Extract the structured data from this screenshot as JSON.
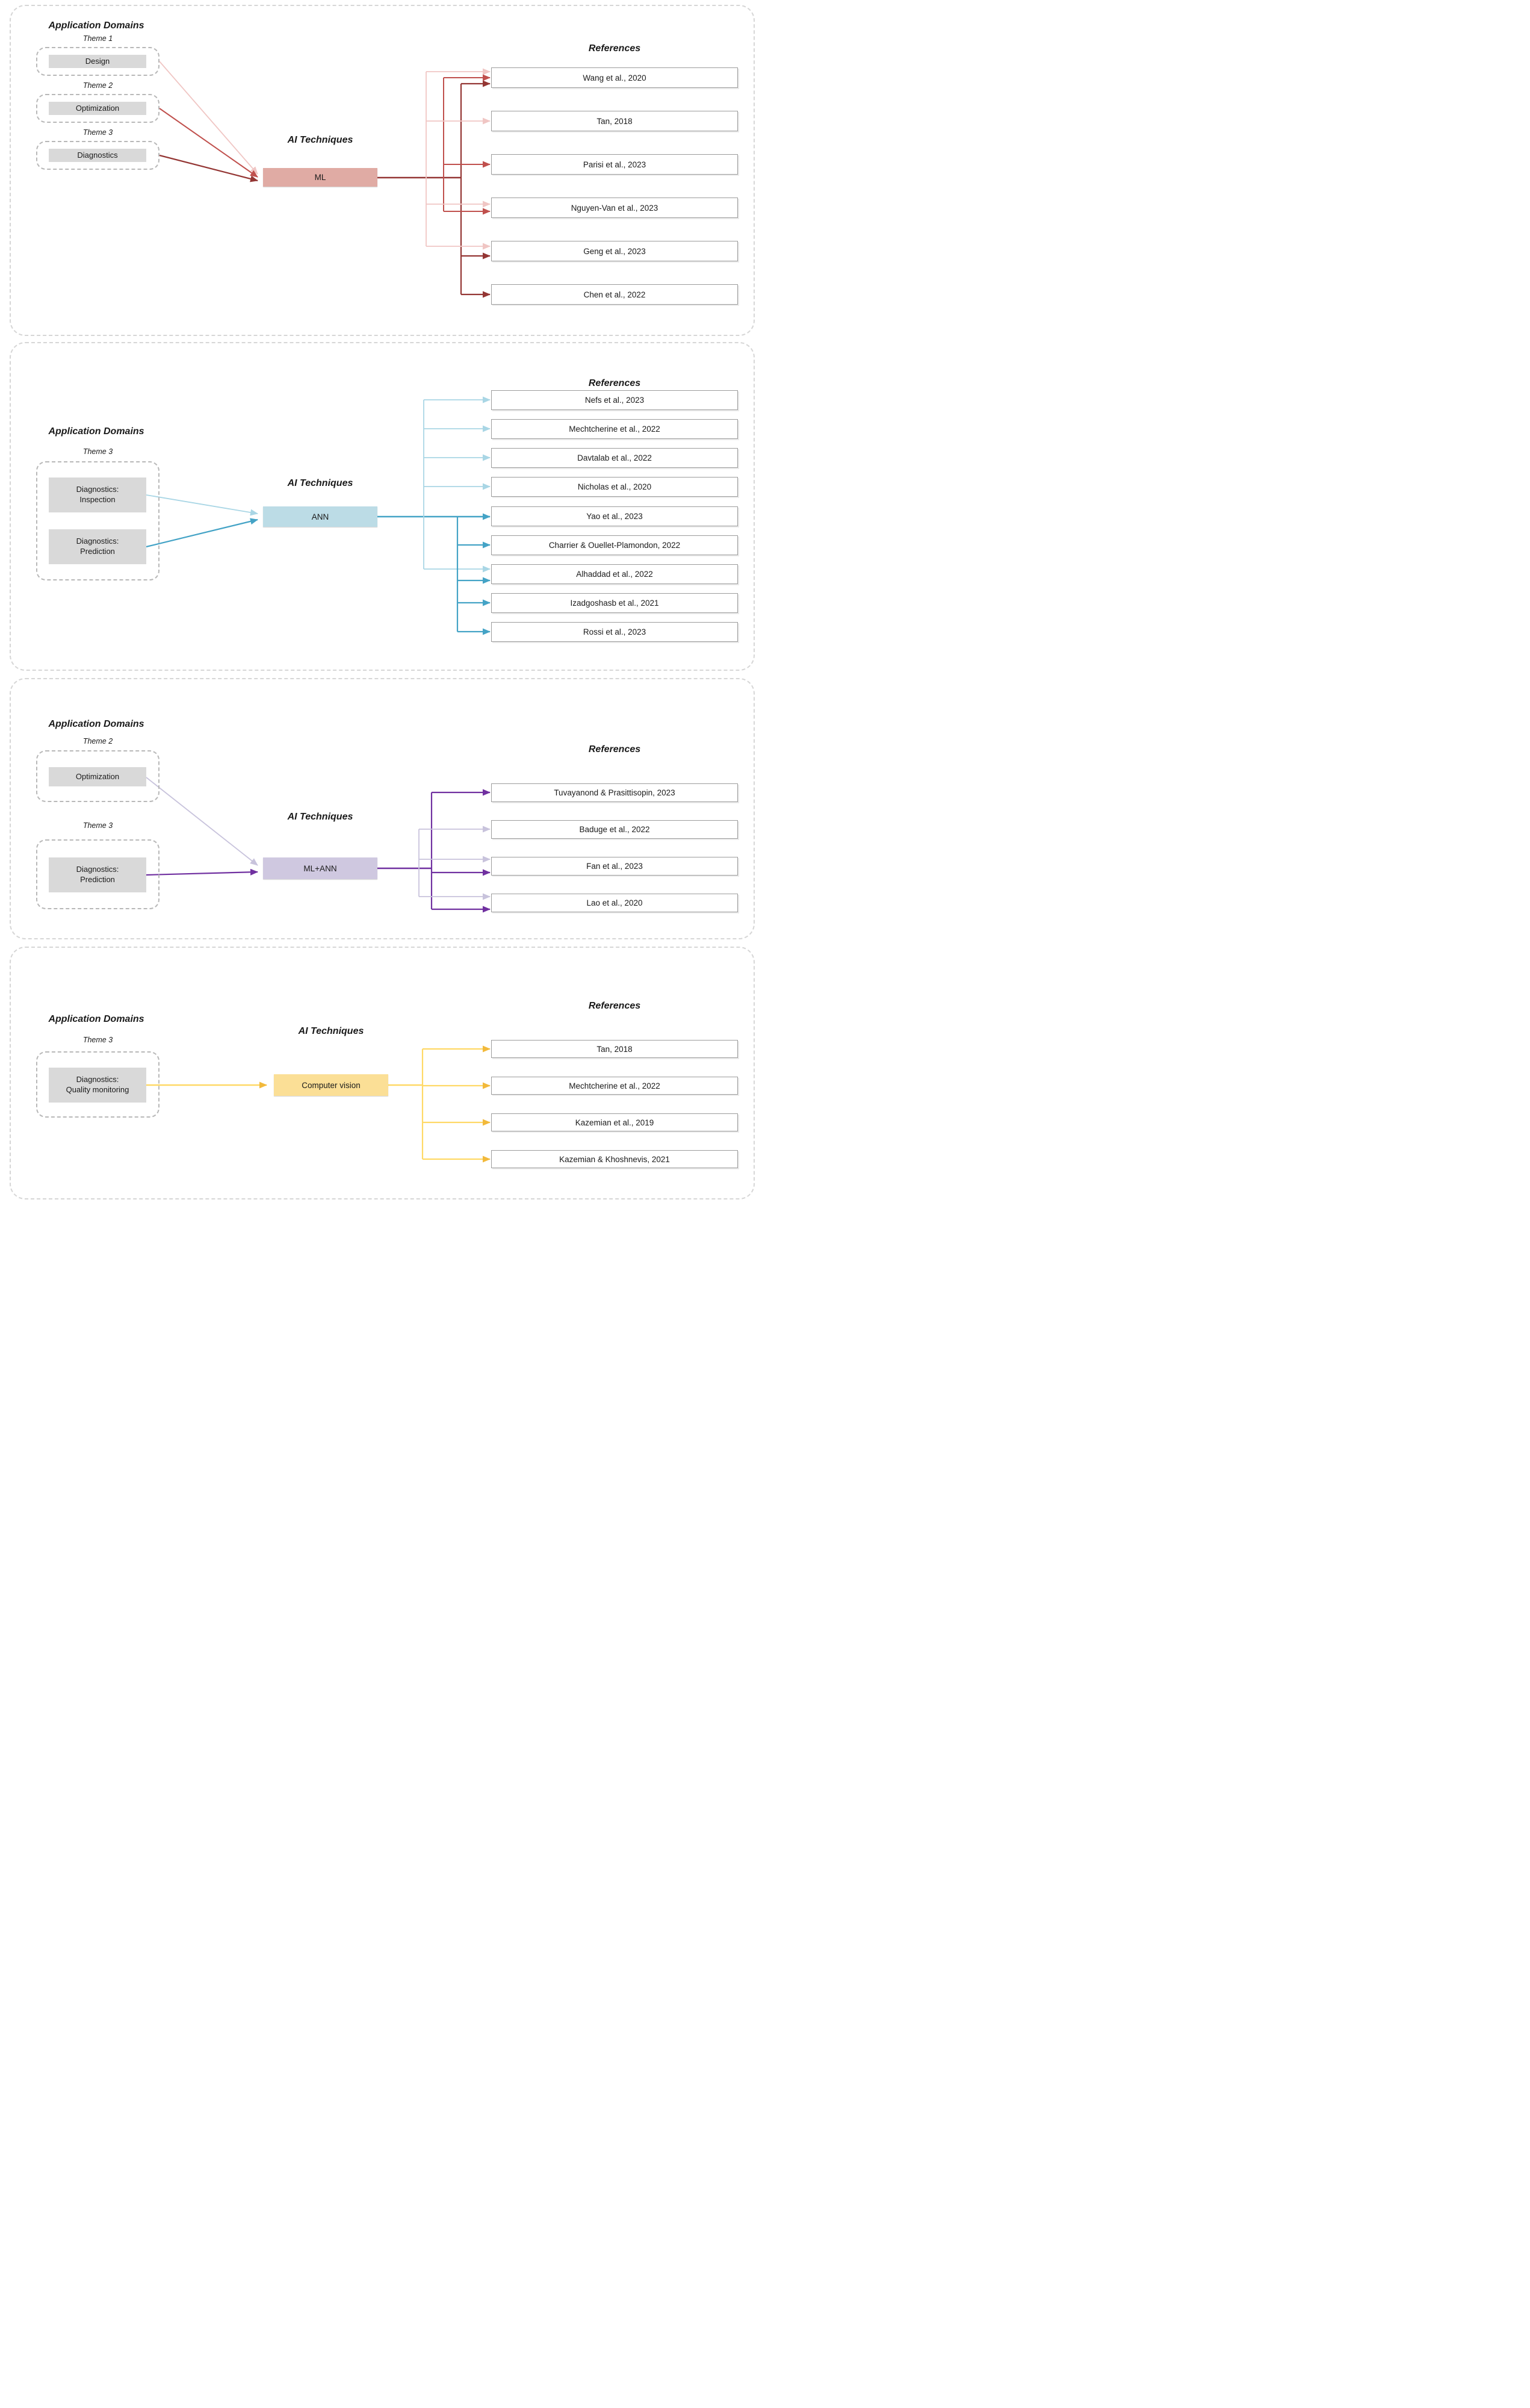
{
  "figure": {
    "type": "mapping-diagram",
    "columns": [
      "Application Domains",
      "AI Techniques",
      "References"
    ]
  },
  "panels": [
    {
      "id": "ml",
      "domains_title": "Application Domains",
      "ai_title": "AI Techniques",
      "references_title": "References",
      "technique": "ML",
      "technique_color": "#E0ABA4",
      "themes": [
        {
          "label": "Theme 1",
          "items": [
            {
              "lines": [
                "Design"
              ]
            }
          ]
        },
        {
          "label": "Theme 2",
          "items": [
            {
              "lines": [
                "Optimization"
              ]
            }
          ]
        },
        {
          "label": "Theme 3",
          "items": [
            {
              "lines": [
                "Diagnostics"
              ]
            }
          ]
        }
      ],
      "references": [
        "Wang et al., 2020",
        "Tan, 2018",
        "Parisi et al., 2023",
        "Nguyen-Van et al., 2023",
        "Geng et al., 2023",
        "Chen et al., 2022"
      ],
      "links": [
        {
          "source": "Design",
          "color": "#F0C6C4",
          "targets": [
            "Wang et al., 2020",
            "Tan, 2018",
            "Nguyen-Van et al., 2023",
            "Geng et al., 2023"
          ]
        },
        {
          "source": "Optimization",
          "color": "#C0504D",
          "targets": [
            "Wang et al., 2020",
            "Parisi et al., 2023",
            "Nguyen-Van et al., 2023"
          ]
        },
        {
          "source": "Diagnostics",
          "color": "#943634",
          "targets": [
            "Wang et al., 2020",
            "Geng et al., 2023",
            "Chen et al., 2022"
          ]
        }
      ]
    },
    {
      "id": "ann",
      "domains_title": "Application Domains",
      "ai_title": "AI Techniques",
      "references_title": "References",
      "technique": "ANN",
      "technique_color": "#BCDCE6",
      "themes": [
        {
          "label": "Theme 3",
          "items": [
            {
              "lines": [
                "Diagnostics:",
                "Inspection"
              ]
            },
            {
              "lines": [
                "Diagnostics:",
                "Prediction"
              ]
            }
          ]
        }
      ],
      "references": [
        "Nefs et al., 2023",
        "Mechtcherine et al., 2022",
        "Davtalab et al., 2022",
        "Nicholas et al., 2020",
        "Yao et al., 2023",
        "Charrier & Ouellet-Plamondon, 2022",
        "Alhaddad et al., 2022",
        "Izadgoshasb et al., 2021",
        "Rossi et al., 2023"
      ],
      "links": [
        {
          "source": "Diagnostics: Inspection",
          "color": "#A9D6E5",
          "targets": [
            "Nefs et al., 2023",
            "Mechtcherine et al., 2022",
            "Davtalab et al., 2022",
            "Nicholas et al., 2020",
            "Alhaddad et al., 2022"
          ]
        },
        {
          "source": "Diagnostics: Prediction",
          "color": "#44A3C6",
          "targets": [
            "Yao et al., 2023",
            "Charrier & Ouellet-Plamondon, 2022",
            "Alhaddad et al., 2022",
            "Izadgoshasb et al., 2021",
            "Rossi et al., 2023"
          ]
        }
      ]
    },
    {
      "id": "ml-ann",
      "domains_title": "Application Domains",
      "ai_title": "AI Techniques",
      "references_title": "References",
      "technique": "ML+ANN",
      "technique_color": "#CFC8E0",
      "themes": [
        {
          "label": "Theme 2",
          "items": [
            {
              "lines": [
                "Optimization"
              ]
            }
          ]
        },
        {
          "label": "Theme 3",
          "items": [
            {
              "lines": [
                "Diagnostics:",
                "Prediction"
              ]
            }
          ]
        }
      ],
      "references": [
        "Tuvayanond & Prasittisopin, 2023",
        "Baduge et al., 2022",
        "Fan et al., 2023",
        "Lao et al., 2020"
      ],
      "links": [
        {
          "source": "Optimization",
          "color": "#C8C3DC",
          "targets": [
            "Baduge et al., 2022",
            "Fan et al., 2023",
            "Lao et al., 2020"
          ]
        },
        {
          "source": "Diagnostics: Prediction",
          "color": "#7030A0",
          "targets": [
            "Tuvayanond & Prasittisopin, 2023",
            "Fan et al., 2023",
            "Lao et al., 2020"
          ]
        }
      ]
    },
    {
      "id": "cv",
      "domains_title": "Application Domains",
      "ai_title": "AI Techniques",
      "references_title": "References",
      "technique": "Computer vision",
      "technique_color": "#FBDF96",
      "themes": [
        {
          "label": "Theme 3",
          "items": [
            {
              "lines": [
                "Diagnostics:",
                "Quality monitoring"
              ]
            }
          ]
        }
      ],
      "references": [
        "Tan, 2018",
        "Mechtcherine et al., 2022",
        "Kazemian et al., 2019",
        "Kazemian & Khoshnevis, 2021"
      ],
      "links": [
        {
          "source": "Diagnostics: Quality monitoring",
          "color": "#FFD966",
          "targets": [
            "Tan, 2018",
            "Mechtcherine et al., 2022",
            "Kazemian et al., 2019",
            "Kazemian & Khoshnevis, 2021"
          ]
        }
      ]
    }
  ]
}
